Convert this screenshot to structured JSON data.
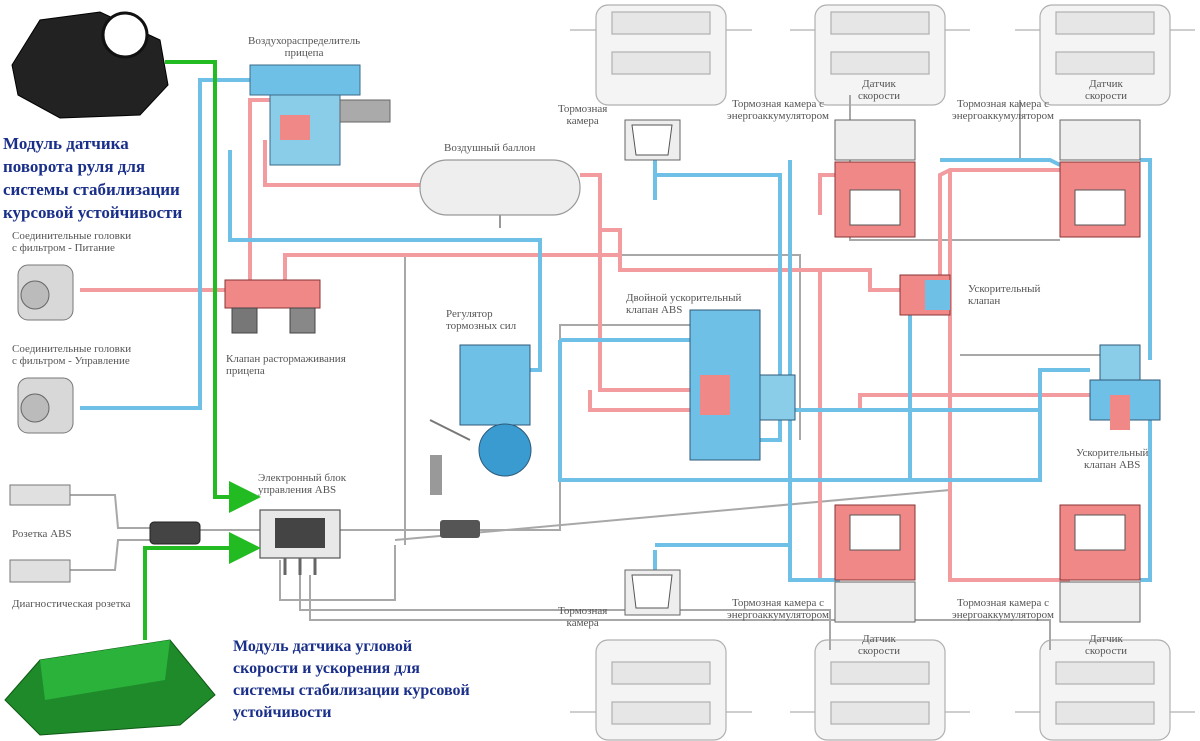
{
  "labels": {
    "air_distributor": [
      "Воздухораспределитель",
      "прицепа"
    ],
    "brake_chamber_top": [
      "Тормозная",
      "камера"
    ],
    "brake_chamber_bottom": [
      "Тормозная",
      "камера"
    ],
    "spring_chamber_tl": [
      "Тормозная камера с",
      "энергоаккумулятором"
    ],
    "spring_chamber_tr": [
      "Тормозная камера с",
      "энергоаккумулятором"
    ],
    "spring_chamber_bl": [
      "Тормозная камера с",
      "энергоаккумулятором"
    ],
    "spring_chamber_br": [
      "Тормозная камера с",
      "энергоаккумулятором"
    ],
    "speed_sensor_tl": [
      "Датчик",
      "скорости"
    ],
    "speed_sensor_tr": [
      "Датчик",
      "скорости"
    ],
    "speed_sensor_bl": [
      "Датчик",
      "скорости"
    ],
    "speed_sensor_br": [
      "Датчик",
      "скорости"
    ],
    "air_tank": "Воздушный баллон",
    "coupling_supply": [
      "Соединительные головки",
      "с фильтром - Питание"
    ],
    "coupling_control": [
      "Соединительные головки",
      "с фильтром - Управление"
    ],
    "release_valve": [
      "Клапан растормаживания",
      "прицепа"
    ],
    "brake_regulator": [
      "Регулятор",
      "тормозных сил"
    ],
    "dual_relay_abs": [
      "Двойной ускорительный",
      "клапан ABS"
    ],
    "relay_valve": [
      "Ускорительный",
      "клапан"
    ],
    "relay_valve_abs": [
      "Ускорительный",
      "клапан ABS"
    ],
    "abs_ecu": [
      "Электронный блок",
      "управления ABS"
    ],
    "abs_socket": "Розетка ABS",
    "diag_socket": "Диагностическая розетка"
  },
  "highlights": {
    "steering_sensor": [
      "Модуль датчика",
      "поворота руля для",
      "системы стабилизации",
      "курсовой устойчивости"
    ],
    "yaw_sensor": [
      "Модуль датчика угловой",
      "скорости и ускорения для",
      "системы стабилизации курсовой",
      "устойчивости"
    ]
  },
  "colors": {
    "supply_line": "#f29ca0",
    "control_line": "#6fc0e6",
    "electric_line": "#a0a0a0",
    "highlight_arrow": "#22bb22",
    "highlight_text": "#1a2f8a",
    "sensor_body_black": "#222222",
    "sensor_body_green": "#1f8a2a"
  }
}
